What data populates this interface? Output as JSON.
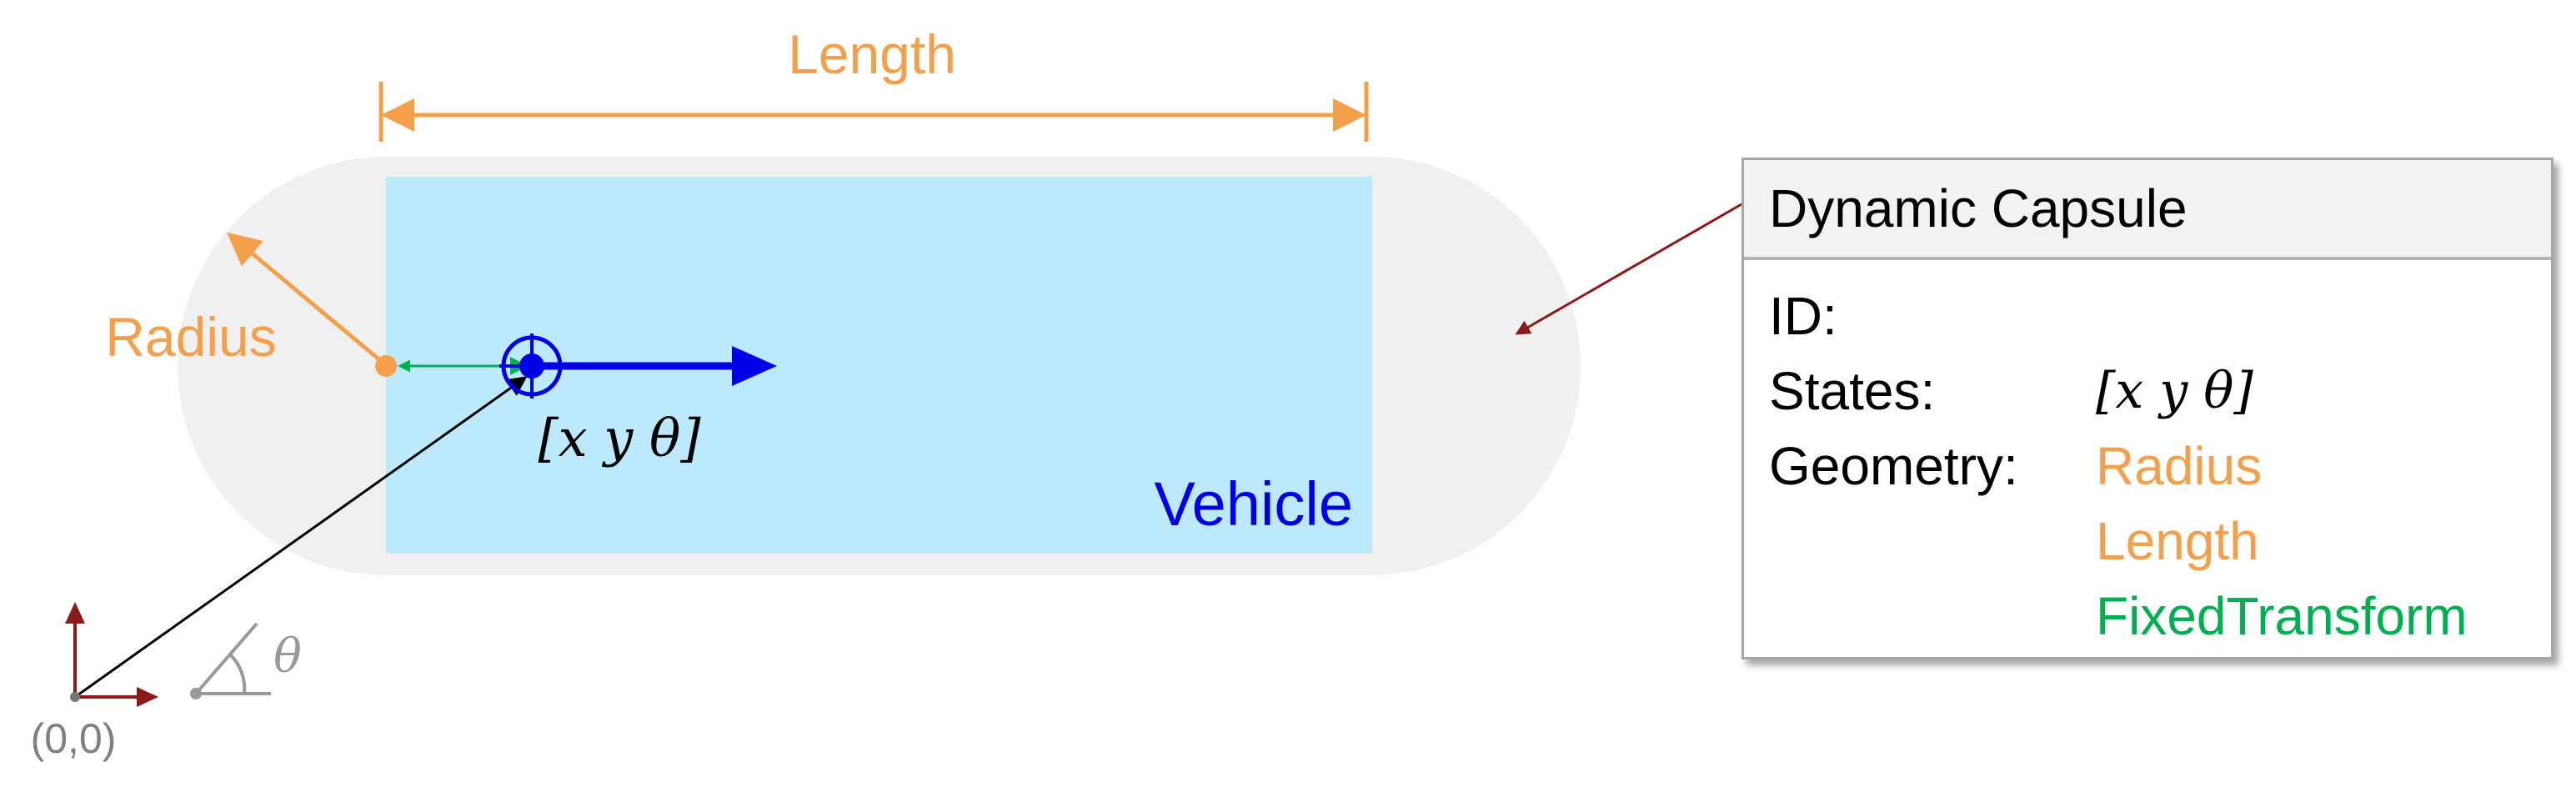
{
  "labels": {
    "length": "Length",
    "radius": "Radius",
    "vehicle": "Vehicle",
    "pose": "[x y θ]",
    "origin": "(0,0)",
    "theta": "θ"
  },
  "panel": {
    "title": "Dynamic Capsule",
    "rows": [
      {
        "key": "ID:",
        "value": ""
      },
      {
        "key": "States:",
        "value": "[x y θ]"
      },
      {
        "key": "Geometry:",
        "value": "Radius"
      },
      {
        "key": "",
        "value": "Length"
      },
      {
        "key": "",
        "value": "FixedTransform"
      }
    ]
  },
  "colors": {
    "capsule_fill": "#f0f0f0",
    "vehicle_fill": "#bce9fb",
    "vehicle_blue": "#0000e6",
    "orange": "#f4a04b",
    "green": "#00b050",
    "dark_red": "#8b1a1a",
    "gray": "#999999",
    "panel_header": "#f2f2f2"
  }
}
